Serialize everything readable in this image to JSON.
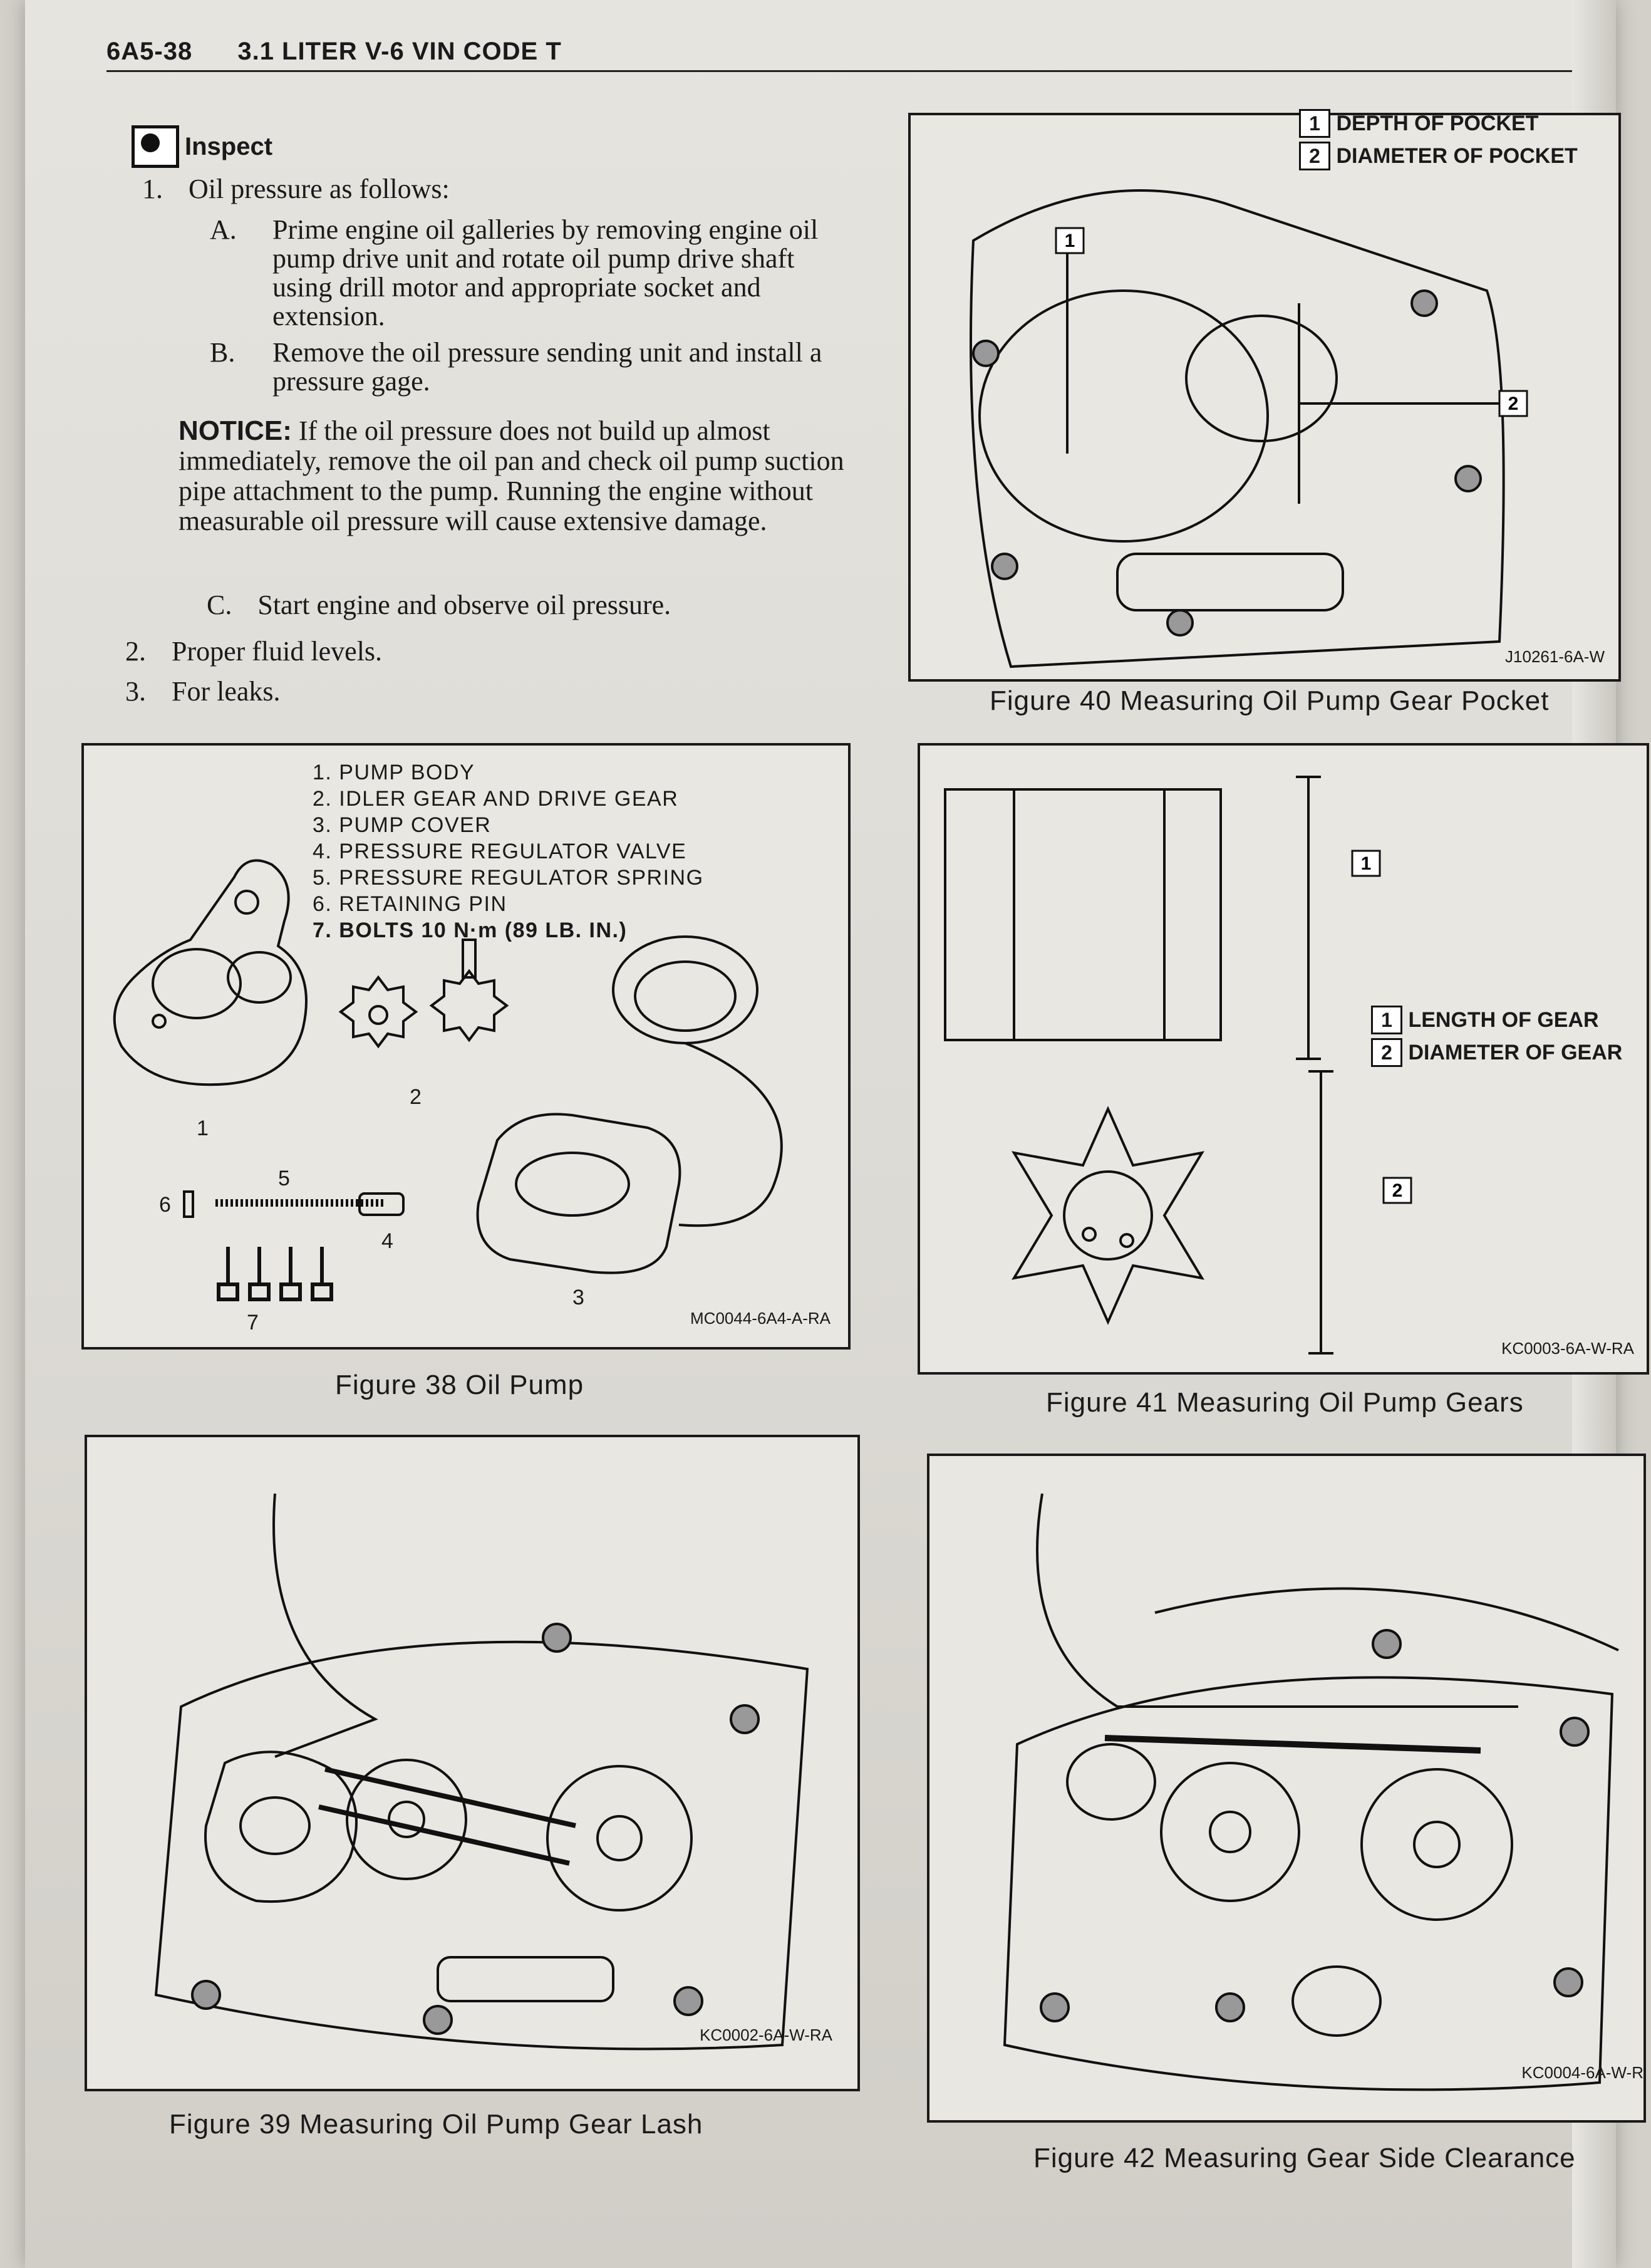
{
  "header": {
    "page_number": "6A5-38",
    "title": "3.1 LITER V-6 VIN CODE T"
  },
  "inspect": {
    "heading": "Inspect",
    "items": [
      {
        "num": "1.",
        "text": "Oil pressure as follows:"
      },
      {
        "num": "A.",
        "text": "Prime engine oil galleries by removing engine oil pump drive unit and rotate oil pump drive shaft using drill motor and appropriate socket and extension."
      },
      {
        "num": "B.",
        "text": "Remove the oil pressure sending unit and install a pressure gage."
      },
      {
        "notice_label": "NOTICE:",
        "text": "If the oil pressure does not build up almost immediately, remove the oil pan and check oil pump suction pipe attachment to the pump. Running the engine without measurable oil pressure will cause extensive damage."
      },
      {
        "num": "C.",
        "text": "Start engine and observe oil pressure."
      },
      {
        "num": "2.",
        "text": "Proper fluid levels."
      },
      {
        "num": "3.",
        "text": "For leaks."
      }
    ]
  },
  "figures": {
    "fig38": {
      "caption": "Figure 38 Oil Pump",
      "code": "MC0044-6A4-A-RA",
      "legend": [
        "1. PUMP BODY",
        "2. IDLER GEAR AND DRIVE GEAR",
        "3. PUMP COVER",
        "4. PRESSURE REGULATOR VALVE",
        "5. PRESSURE REGULATOR SPRING",
        "6. RETAINING PIN",
        "7. BOLTS 10 N·m (89 LB. IN.)"
      ],
      "part_labels": [
        "1",
        "2",
        "3",
        "4",
        "5",
        "6",
        "7"
      ]
    },
    "fig39": {
      "caption": "Figure 39 Measuring Oil Pump Gear Lash",
      "code": "KC0002-6A-W-RA"
    },
    "fig40": {
      "caption": "Figure 40 Measuring Oil Pump Gear Pocket",
      "code": "J10261-6A-W",
      "legend": [
        {
          "num": "1",
          "text": "DEPTH OF POCKET"
        },
        {
          "num": "2",
          "text": "DIAMETER OF POCKET"
        }
      ]
    },
    "fig41": {
      "caption": "Figure 41 Measuring Oil Pump Gears",
      "code": "KC0003-6A-W-RA",
      "legend": [
        {
          "num": "1",
          "text": "LENGTH OF GEAR"
        },
        {
          "num": "2",
          "text": "DIAMETER OF GEAR"
        }
      ]
    },
    "fig42": {
      "caption": "Figure 42 Measuring Gear Side Clearance",
      "code": "KC0004-6A-W-R"
    }
  }
}
